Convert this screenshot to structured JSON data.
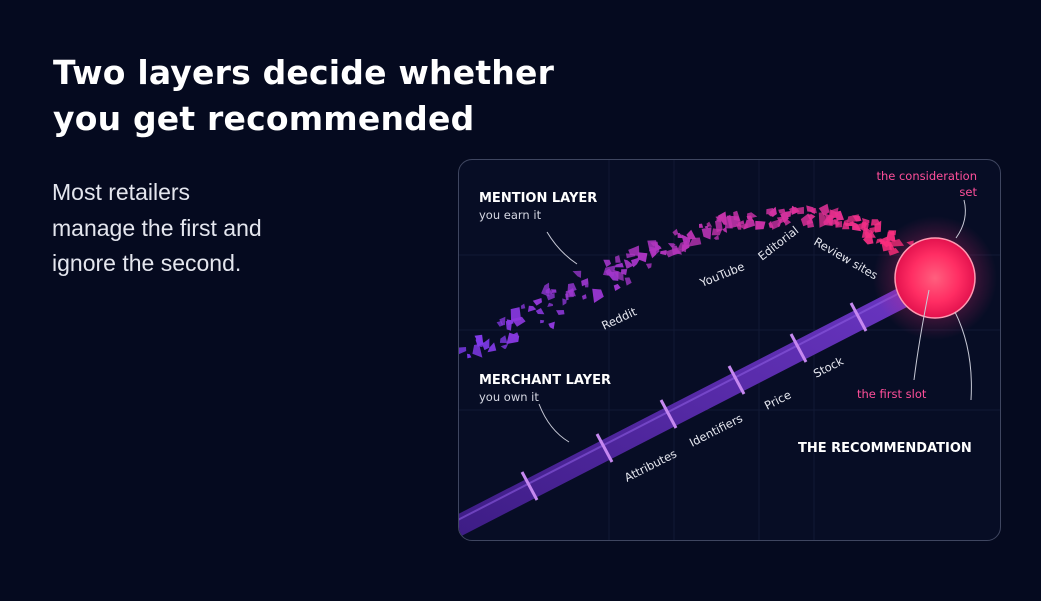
{
  "headline": {
    "line1": "Two layers decide whether",
    "line2": "you get recommended"
  },
  "subtitle": {
    "line1": "Most retailers",
    "line2": "manage the first and",
    "line3": "ignore the second."
  },
  "diagram": {
    "mention_layer": {
      "title": "MENTION LAYER",
      "caption": "you earn it",
      "sources": [
        "Reddit",
        "YouTube",
        "Editorial",
        "Review sites"
      ]
    },
    "merchant_layer": {
      "title": "MERCHANT LAYER",
      "caption": "you own it",
      "fields": [
        "Attributes",
        "Identifiers",
        "Price",
        "Stock"
      ]
    },
    "consideration_set": {
      "line1": "the consideration",
      "line2": "set"
    },
    "first_slot": "the first slot",
    "recommendation": "THE RECOMMENDATION",
    "colors": {
      "background": "#050a1f",
      "pipe": "#5b2fa8",
      "fragments_start": "#7c3aed",
      "fragments_end": "#ff2d7a",
      "orb": "#ff3860",
      "accent_text": "#ff4f9a"
    }
  }
}
